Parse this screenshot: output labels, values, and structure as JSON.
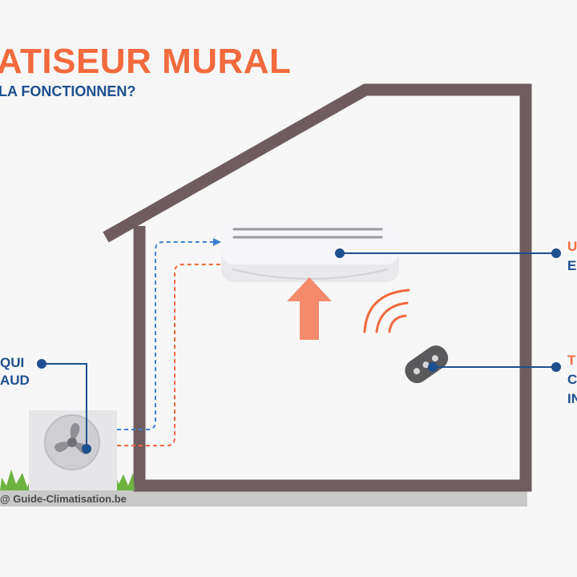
{
  "header": {
    "title": "ATISEUR MURAL",
    "subtitle": "LA FONCTIONNEN?"
  },
  "labels": {
    "indoor_unit_line1": "U",
    "indoor_unit_line2": "E",
    "remote_line1": "T",
    "remote_line2": "C",
    "remote_line3": "IN",
    "outdoor_line1": "QUI",
    "outdoor_line2": "AUD"
  },
  "footer": {
    "credit": "@ Guide-Climatisation.be"
  },
  "colors": {
    "accent_orange": "#f26a3d",
    "accent_blue": "#1e4f8f",
    "house_wall": "#6e5c5e",
    "grass": "#6cb33f"
  },
  "icons": {
    "fan": "fan-icon",
    "remote": "remote-control-icon",
    "wifi": "signal-waves-icon",
    "arrow": "airflow-up-arrow-icon"
  }
}
